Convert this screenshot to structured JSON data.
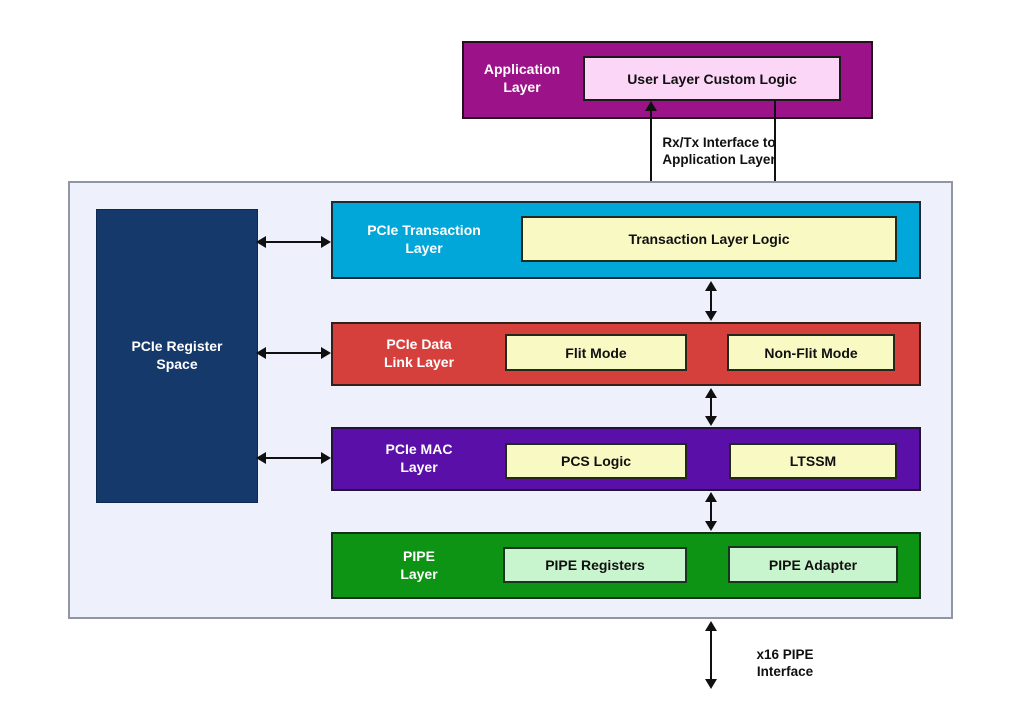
{
  "diagram": {
    "application_layer": {
      "label": "Application Layer",
      "block": "User Layer Custom Logic"
    },
    "rx_tx_note": "Rx/Tx Interface to Application Layer",
    "register_space": "PCIe Register Space",
    "layers": [
      {
        "label": "PCIe Transaction Layer",
        "blocks": [
          "Transaction Layer Logic"
        ]
      },
      {
        "label": "PCIe Data Link Layer",
        "blocks": [
          "Flit Mode",
          "Non-Flit Mode"
        ]
      },
      {
        "label": "PCIe MAC Layer",
        "blocks": [
          "PCS Logic",
          "LTSSM"
        ]
      },
      {
        "label": "PIPE Layer",
        "blocks": [
          "PIPE Registers",
          "PIPE Adapter"
        ]
      }
    ],
    "bottom_note": "x16 PIPE Interface",
    "colors": {
      "application": "#9C1289",
      "application_block": "#FBD6F7",
      "transaction": "#00A7D8",
      "data_link": "#D6403C",
      "mac": "#5B0FA9",
      "pipe": "#0E9414",
      "logic_block": "#F9F9C4",
      "pipe_block": "#C9F5CE",
      "register_space": "#15396B",
      "container": "#EEF1FB",
      "arrow": "#101010"
    }
  }
}
